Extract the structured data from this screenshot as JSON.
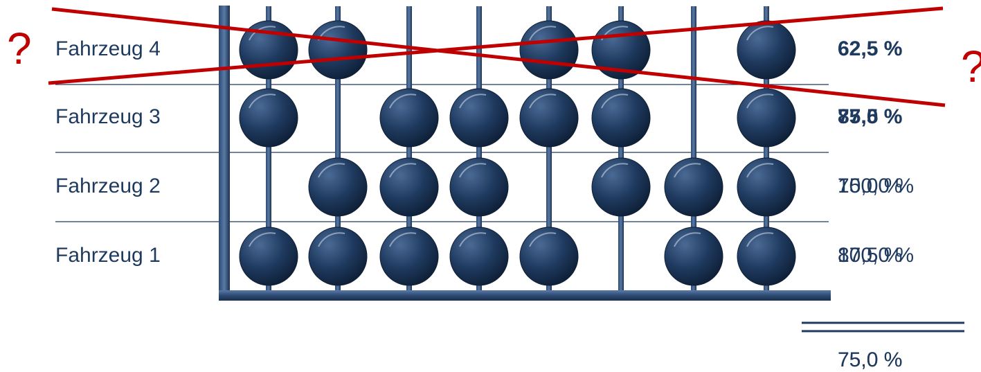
{
  "rows": [
    {
      "label": "Fahrzeug 4",
      "beads": [
        true,
        true,
        false,
        false,
        true,
        true,
        false,
        true
      ],
      "pct_a": "62,5 %",
      "pct_b": "62,5 %",
      "bold": true,
      "crossed": true
    },
    {
      "label": "Fahrzeug 3",
      "beads": [
        true,
        false,
        true,
        true,
        true,
        true,
        false,
        true
      ],
      "pct_a": "75,0 %",
      "pct_b": "87,5 %",
      "bold": true,
      "crossed": false
    },
    {
      "label": "Fahrzeug 2",
      "beads": [
        false,
        true,
        true,
        true,
        false,
        true,
        true,
        true
      ],
      "pct_a": "75,0 %",
      "pct_b": "100,0 %",
      "bold": false,
      "crossed": false
    },
    {
      "label": "Fahrzeug 1",
      "beads": [
        true,
        true,
        true,
        true,
        true,
        false,
        true,
        true
      ],
      "pct_a": "87,5 %",
      "pct_b": "100,0 %",
      "bold": false,
      "crossed": false
    }
  ],
  "total": {
    "pct_a": "75,0 %",
    "pct_b": "75,0 %"
  },
  "question_mark": "?",
  "colors": {
    "bead": "#1f3a5f",
    "frame": "#1f3a5f",
    "cross": "#c00000",
    "text": "#1f3a5f"
  }
}
